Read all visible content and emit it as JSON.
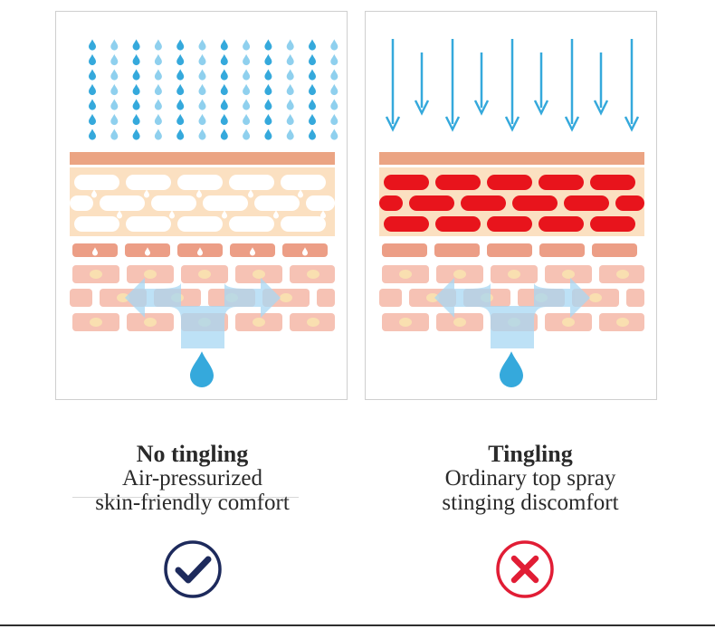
{
  "colors": {
    "water_blue": "#35a9dc",
    "top_layer": "#eba483",
    "cream_layer": "#fbe0c1",
    "irritated_cell": "#e8141c",
    "deep_cell": "#f6c2b4",
    "deep_cell_core": "#f9dfb0",
    "lower_brick": "#ec9e86",
    "flow_arrow": "#a8d7f3",
    "check_navy": "#1d2a5c",
    "cross_red": "#e11d35"
  },
  "left": {
    "title": "No tingling",
    "line1": "Air-pressurized",
    "line2": "skin-friendly comfort",
    "icon": "check-circle-icon"
  },
  "right": {
    "title": "Tingling",
    "line1": "Ordinary top spray",
    "line2": "stinging discomfort",
    "icon": "cross-circle-icon"
  }
}
